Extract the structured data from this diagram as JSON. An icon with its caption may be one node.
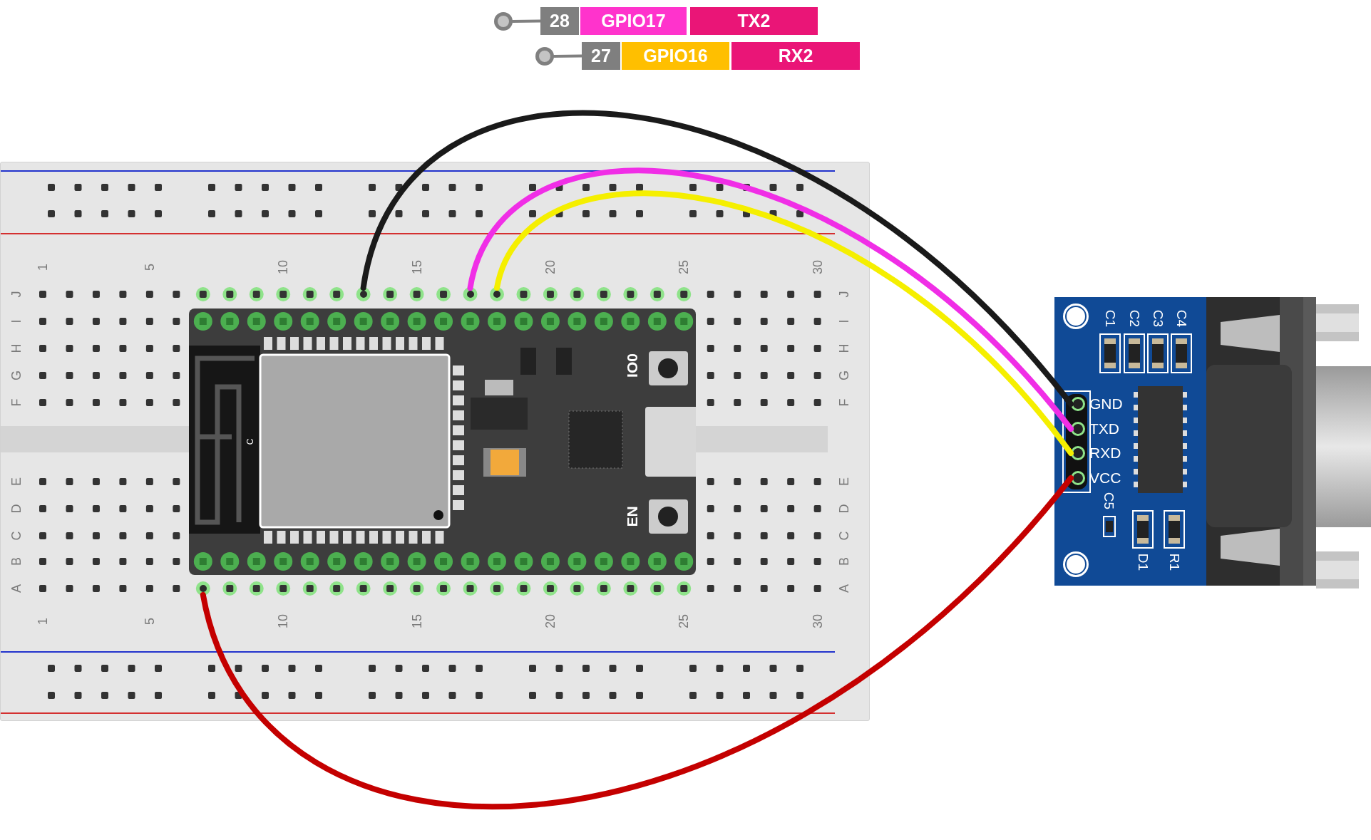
{
  "diagram": {
    "nodes": [
      {
        "text": [],
        "shape": "circle"
      },
      {
        "text": [
          "28"
        ]
      },
      {
        "text": [
          "GPIO17"
        ]
      },
      {
        "text": [
          "TX2"
        ]
      },
      {
        "text": [],
        "shape": "circle"
      },
      {
        "text": [
          "27"
        ]
      },
      {
        "text": [
          "GPIO16"
        ]
      },
      {
        "text": [
          "RX2"
        ]
      },
      {
        "text": [],
        "shape": "box"
      },
      {
        "text": [
          "C",
          "IO0",
          "EN"
        ],
        "in": 8
      },
      {
        "text": [],
        "shape": "circle",
        "in": 8
      },
      {
        "text": [],
        "shape": "circle",
        "in": 8
      },
      {
        "text": [],
        "shape": "circle",
        "in": 8
      },
      {
        "text": [],
        "shape": "circle",
        "in": 8
      },
      {
        "text": [
          "C1",
          "C2",
          "C3",
          "C4",
          "C5",
          "D1",
          "R1"
        ]
      },
      {
        "text": [
          "GND"
        ],
        "in": 14
      },
      {
        "text": [
          "TXD"
        ],
        "in": 14
      },
      {
        "text": [
          "RXD"
        ],
        "in": 14
      },
      {
        "text": [
          "VCC"
        ],
        "in": 14
      }
    ],
    "edges": [
      {
        "from": 0,
        "to": 1,
        "arrow": "none",
        "color": "#808080"
      },
      {
        "from": 4,
        "to": 5,
        "arrow": "none",
        "color": "#808080"
      },
      {
        "from": 10,
        "to": 15,
        "arrow": "none",
        "color": "#1a1a1a"
      },
      {
        "from": 11,
        "to": 16,
        "arrow": "none",
        "color": "#f02ee6"
      },
      {
        "from": 12,
        "to": 17,
        "arrow": "none",
        "color": "#f5ef00"
      },
      {
        "from": 13,
        "to": 18,
        "arrow": "none",
        "color": "#c40000"
      }
    ],
    "labels": [
      "1",
      "5",
      "10",
      "15",
      "20",
      "25",
      "30",
      "J",
      "I",
      "H",
      "G",
      "F",
      "E",
      "D",
      "C",
      "B",
      "A",
      "J",
      "I",
      "H",
      "G",
      "F",
      "E",
      "D",
      "C",
      "B",
      "A",
      "1",
      "5",
      "10",
      "15",
      "20",
      "25",
      "30"
    ]
  }
}
